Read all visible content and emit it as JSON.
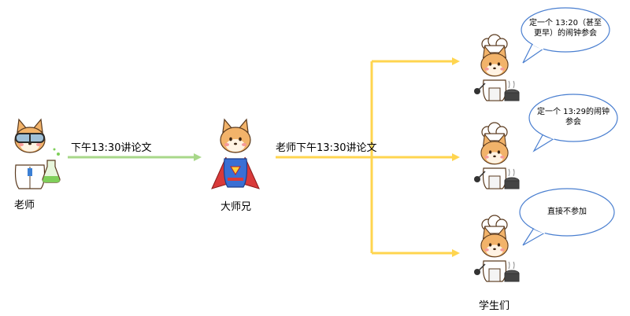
{
  "nodes": {
    "teacher": {
      "label": "老师"
    },
    "senior": {
      "label": "大师兄"
    },
    "students": {
      "label": "学生们"
    }
  },
  "edges": {
    "teacher_to_senior": {
      "label": "下午13:30讲论文",
      "color": "#a8d88a"
    },
    "senior_to_students": {
      "label": "老师下午13:30讲论文",
      "color": "#ffd54f"
    }
  },
  "bubbles": {
    "student1": {
      "line1": "定一个 13:20（甚至",
      "line2": "更早）的闹钟参会"
    },
    "student2": {
      "line1": "定一个 13:29的闹钟",
      "line2": "参会"
    },
    "student3": {
      "line1": "直接不参加"
    }
  },
  "colors": {
    "bubble_border": "#4a7fd0",
    "dog_fur": "#f2b36a",
    "chef_hat": "#ffffff"
  }
}
